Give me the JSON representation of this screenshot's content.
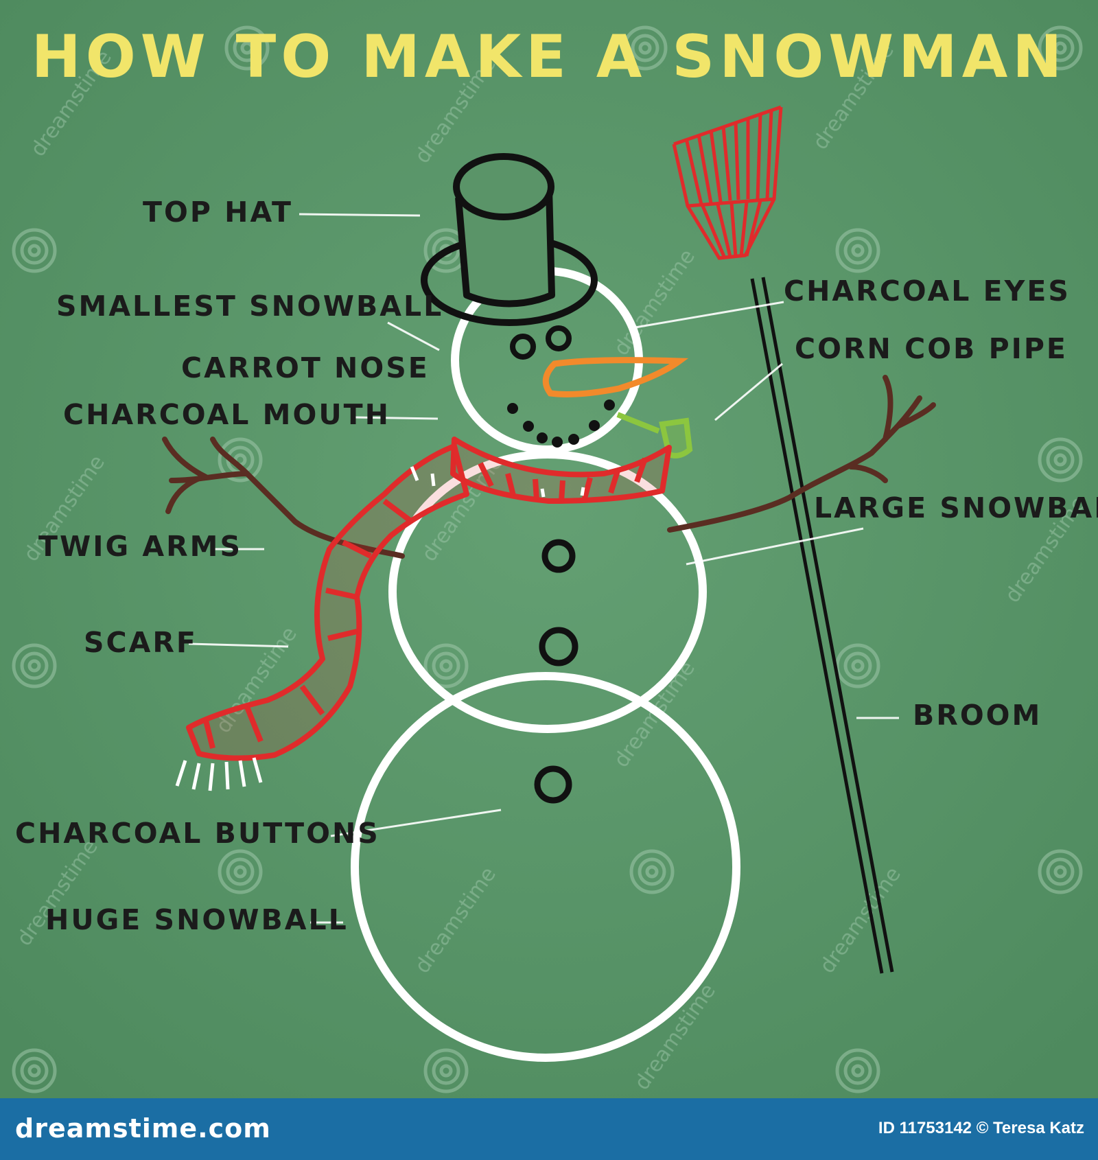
{
  "title": "HOW TO MAKE A SNOWMAN",
  "labels": {
    "top_hat": "TOP HAT",
    "smallest_snowball": "SMALLEST SNOWBALL",
    "carrot_nose": "CARROT NOSE",
    "charcoal_mouth": "CHARCOAL MOUTH",
    "twig_arms": "TWIG ARMS",
    "scarf": "SCARF",
    "charcoal_buttons": "CHARCOAL BUTTONS",
    "huge_snowball": "HUGE SNOWBALL",
    "charcoal_eyes": "CHARCOAL EYES",
    "corn_cob_pipe": "CORN COB PIPE",
    "large_snowball": "LARGE SNOWBALL",
    "broom": "BROOM"
  },
  "footer": {
    "brand": "dreamstime.com",
    "credit": "ID 11753142 © Teresa Katz"
  },
  "watermark": "dreamstime",
  "colors": {
    "board": "#5a9468",
    "chalk_white": "#ffffff",
    "title_yellow": "#f1e56a",
    "scarf_red": "#e02b2b",
    "carrot_orange": "#f28a2b",
    "pipe_green": "#8cc63f",
    "twig_brown": "#5a2d22",
    "footer_blue": "#1b6ea4"
  }
}
